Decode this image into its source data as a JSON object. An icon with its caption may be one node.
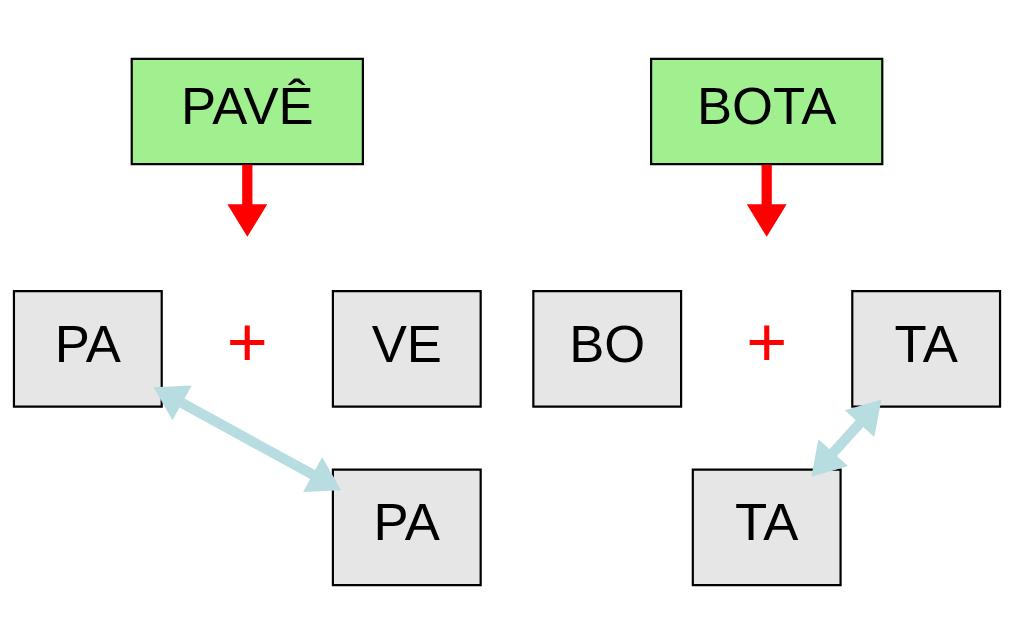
{
  "diagram": {
    "nodes": [
      {
        "text": [
          "PAVÊ"
        ]
      },
      {
        "text": [
          "BOTA"
        ]
      },
      {
        "text": [
          "PA"
        ]
      },
      {
        "text": [
          "VE"
        ]
      },
      {
        "text": [
          "BO"
        ]
      },
      {
        "text": [
          "TA"
        ]
      },
      {
        "text": [
          "PA"
        ]
      },
      {
        "text": [
          "TA"
        ]
      }
    ],
    "edges": [
      {
        "from": 0,
        "to": null,
        "arrow": "to",
        "color": "#ff0000"
      },
      {
        "from": 1,
        "to": null,
        "arrow": "to",
        "color": "#ff0000"
      },
      {
        "from": 2,
        "to": 6,
        "arrow": "both",
        "color": "#b7dde0"
      },
      {
        "from": 5,
        "to": 7,
        "arrow": "both",
        "color": "#b7dde0"
      }
    ],
    "labels": [
      "+",
      "+"
    ]
  }
}
